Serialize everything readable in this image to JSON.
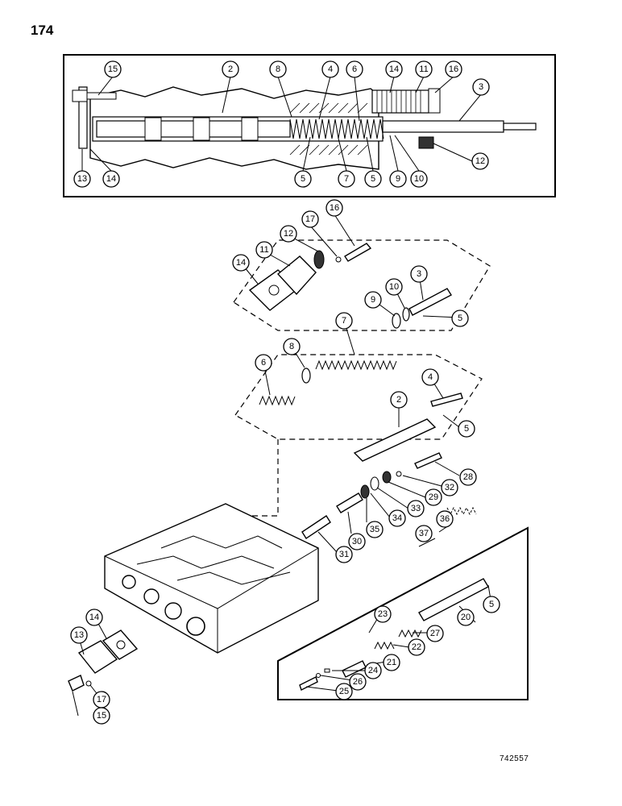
{
  "page": {
    "number": "174",
    "figure_id": "742557"
  },
  "callouts": [
    {
      "id": "c-top-15",
      "label": "15"
    },
    {
      "id": "c-top-2",
      "label": "2"
    },
    {
      "id": "c-top-8",
      "label": "8"
    },
    {
      "id": "c-top-4",
      "label": "4"
    },
    {
      "id": "c-top-6",
      "label": "6"
    },
    {
      "id": "c-top-14a",
      "label": "14"
    },
    {
      "id": "c-top-11",
      "label": "11"
    },
    {
      "id": "c-top-16",
      "label": "16"
    },
    {
      "id": "c-top-3",
      "label": "3"
    },
    {
      "id": "c-top-12",
      "label": "12"
    },
    {
      "id": "c-top-13",
      "label": "13"
    },
    {
      "id": "c-top-14b",
      "label": "14"
    },
    {
      "id": "c-top-5a",
      "label": "5"
    },
    {
      "id": "c-top-7",
      "label": "7"
    },
    {
      "id": "c-top-5b",
      "label": "5"
    },
    {
      "id": "c-top-9",
      "label": "9"
    },
    {
      "id": "c-top-10",
      "label": "10"
    },
    {
      "id": "c-16",
      "label": "16"
    },
    {
      "id": "c-17a",
      "label": "17"
    },
    {
      "id": "c-12",
      "label": "12"
    },
    {
      "id": "c-11",
      "label": "11"
    },
    {
      "id": "c-14a",
      "label": "14"
    },
    {
      "id": "c-3",
      "label": "3"
    },
    {
      "id": "c-10",
      "label": "10"
    },
    {
      "id": "c-9",
      "label": "9"
    },
    {
      "id": "c-7",
      "label": "7"
    },
    {
      "id": "c-5a",
      "label": "5"
    },
    {
      "id": "c-8",
      "label": "8"
    },
    {
      "id": "c-6",
      "label": "6"
    },
    {
      "id": "c-4",
      "label": "4"
    },
    {
      "id": "c-2",
      "label": "2"
    },
    {
      "id": "c-5b",
      "label": "5"
    },
    {
      "id": "c-28",
      "label": "28"
    },
    {
      "id": "c-32",
      "label": "32"
    },
    {
      "id": "c-29",
      "label": "29"
    },
    {
      "id": "c-33",
      "label": "33"
    },
    {
      "id": "c-34",
      "label": "34"
    },
    {
      "id": "c-35",
      "label": "35"
    },
    {
      "id": "c-30",
      "label": "30"
    },
    {
      "id": "c-31",
      "label": "31"
    },
    {
      "id": "c-36",
      "label": "36"
    },
    {
      "id": "c-37",
      "label": "37"
    },
    {
      "id": "c-5c",
      "label": "5"
    },
    {
      "id": "c-20",
      "label": "20"
    },
    {
      "id": "c-23",
      "label": "23"
    },
    {
      "id": "c-27",
      "label": "27"
    },
    {
      "id": "c-22",
      "label": "22"
    },
    {
      "id": "c-21",
      "label": "21"
    },
    {
      "id": "c-24",
      "label": "24"
    },
    {
      "id": "c-26",
      "label": "26"
    },
    {
      "id": "c-25",
      "label": "25"
    },
    {
      "id": "c-13",
      "label": "13"
    },
    {
      "id": "c-14b",
      "label": "14"
    },
    {
      "id": "c-17b",
      "label": "17"
    },
    {
      "id": "c-15",
      "label": "15"
    }
  ]
}
